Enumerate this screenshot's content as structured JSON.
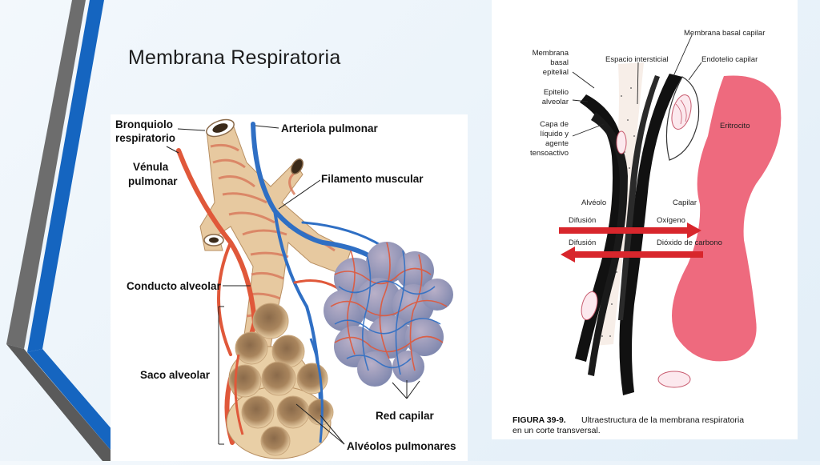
{
  "slide": {
    "title": "Membrana Respiratoria"
  },
  "left_diagram": {
    "labels": {
      "bronquiolo": [
        "Bronquiolo",
        "respiratorio"
      ],
      "venula": [
        "Vénula",
        "pulmonar"
      ],
      "arteriola": "Arteriola pulmonar",
      "filamento": "Filamento muscular",
      "conducto": "Conducto alveolar",
      "saco": "Saco alveolar",
      "red": "Red capilar",
      "alveolos": "Alvéolos pulmonares"
    }
  },
  "right_diagram": {
    "labels": {
      "membrana_basal_capilar": "Membrana basal capilar",
      "espacio_intersticial": "Espacio intersticial",
      "endotelio_capilar": "Endotelio capilar",
      "membrana_basal_epitelial": [
        "Membrana",
        "basal",
        "epitelial"
      ],
      "epitelio_alveolar": [
        "Epitelio",
        "alveolar"
      ],
      "capa_liquido": [
        "Capa de",
        "líquido y",
        "agente",
        "tensoactivo"
      ],
      "eritrocito": "Eritrocito",
      "alveolo": "Alvéolo",
      "capilar": "Capilar",
      "difusion_1": "Difusión",
      "difusion_2": "Difusión",
      "oxigeno": "Oxígeno",
      "dioxido": "Dióxido de carbono"
    },
    "caption_label": "FIGURA 39-9.",
    "caption_lines": [
      "Ultraestructura de la membrana respiratoria",
      "en un corte transversal."
    ]
  },
  "colors": {
    "accent_blue": "#1565c0",
    "accent_gray": "#6d6d6d",
    "erythrocyte": "#ee6a7e",
    "arrow": "#d8262c",
    "artery_blue": "#2f6fc4",
    "vein_red": "#e0583a",
    "tissue": "#e7c9a0"
  }
}
